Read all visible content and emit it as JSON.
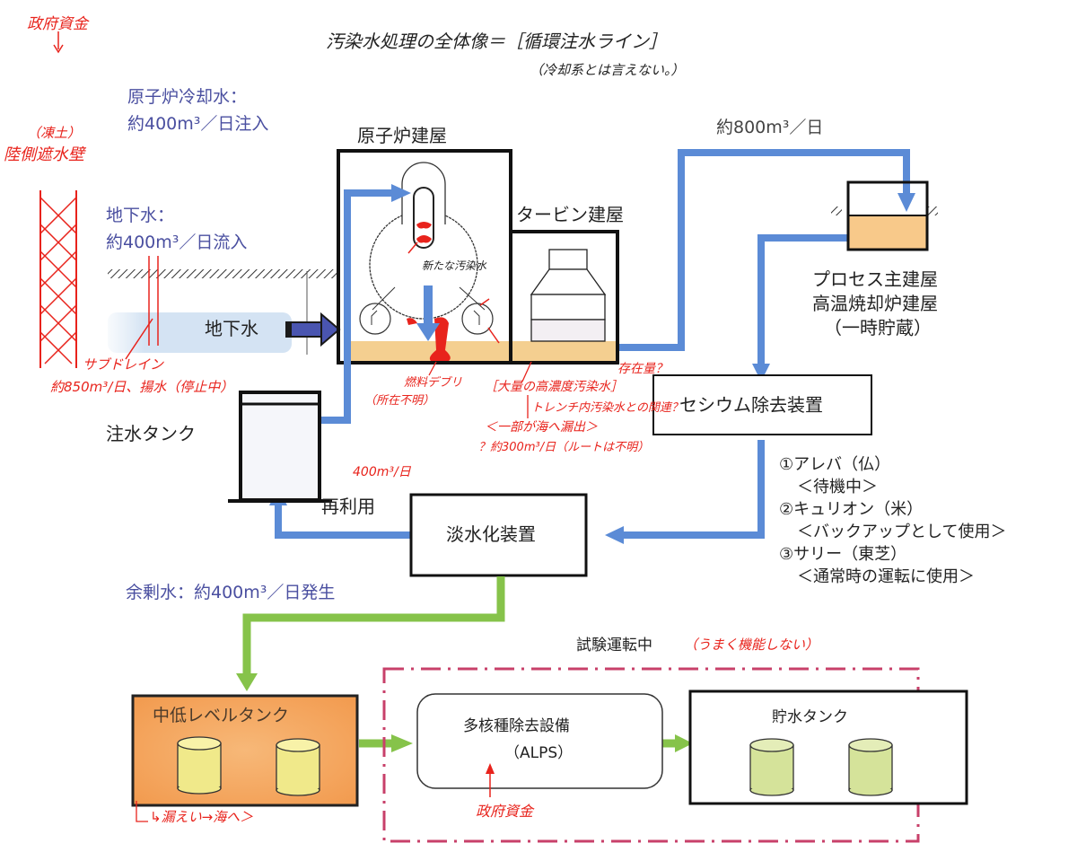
{
  "header": {
    "title": "汚染水処理の全体像＝［循環注水ライン］",
    "subtitle": "（冷却系とは言えない。）"
  },
  "left": {
    "gov_funds": "政府資金",
    "frozen_soil": "（凍土）",
    "land_wall": "陸側遮水壁",
    "cooling_water_label": "原子炉冷却水：",
    "cooling_water_rate": "約400m³／日注入",
    "groundwater_label": "地下水：",
    "groundwater_rate": "約400m³／日流入",
    "groundwater_flow": "地下水",
    "subdrain": "サブドレイン",
    "subdrain_note": "約850m³/日、揚水（停止中）",
    "injection_tank": "注水タンク"
  },
  "buildings": {
    "reactor": "原子炉建屋",
    "turbine": "タービン建屋",
    "new_contaminated": "新たな汚染水",
    "fuel_debris": "燃料デブリ",
    "fuel_debris_note": "（所在不明）",
    "high_conc_water": "［大量の高濃度汚染水］",
    "existence": "存在量？",
    "trench": "トレンチ内汚染水との関連？",
    "leak_sea": "＜一部が海へ漏出＞",
    "leak_rate": "？約300m³/日（ルートは不明）"
  },
  "process": {
    "flow_rate": "約800m³／日",
    "main_building": "プロセス主建屋",
    "incinerator": "高温焼却炉建屋",
    "temporary": "（一時貯蔵）"
  },
  "cesium": {
    "label": "セシウム除去装置",
    "items": [
      {
        "name": "①アレバ（仏）",
        "status": "＜待機中＞"
      },
      {
        "name": "②キュリオン（米）",
        "status": "＜バックアップとして使用＞"
      },
      {
        "name": "③サリー（東芝）",
        "status": "＜通常時の運転に使用＞"
      }
    ]
  },
  "desal": {
    "label": "淡水化装置",
    "reuse": "再利用",
    "reuse_rate": "400m³/日",
    "surplus": "余剰水：約400m³／日発生"
  },
  "bottom": {
    "trial": "試験運転中",
    "trial_note": "（うまく機能しない）",
    "mid_low_tank": "中低レベルタンク",
    "leak_note": "↳漏えい→海へ＞",
    "alps_label": "多核種除去設備",
    "alps_abbr": "（ALPS）",
    "alps_funds": "政府資金",
    "storage_tank": "貯水タンク"
  },
  "colors": {
    "flow_blue": "#5b8bd6",
    "flow_green": "#86c34a",
    "annotation_red": "#e8231c",
    "water_tan": "#f4cf90",
    "tank_orange": "#f7a85e",
    "dashed_border": "#c8406a"
  }
}
